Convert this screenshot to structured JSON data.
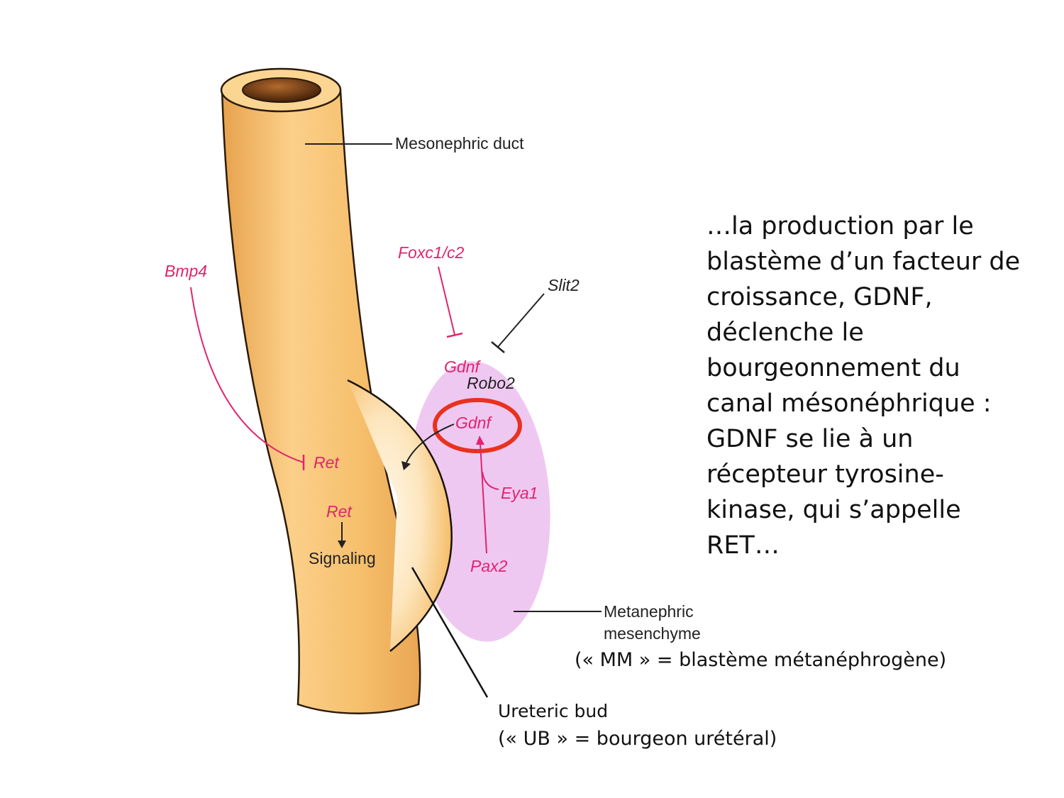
{
  "diagram": {
    "labels": {
      "mesonephric_duct": "Mesonephric duct",
      "metanephric_line1": "Metanephric",
      "metanephric_line2": "mesenchyme",
      "mm_note": "(« MM » = blastème métanéphrogène)",
      "ureteric_bud": "Ureteric bud",
      "ub_note": "(« UB » = bourgeon urétéral)",
      "signaling": "Signaling"
    },
    "genes": {
      "bmp4": "Bmp4",
      "foxc": "Foxc1/c2",
      "slit2": "Slit2",
      "gdnf_top": "Gdnf",
      "robo2": "Robo2",
      "gdnf_circled": "Gdnf",
      "ret_upper": "Ret",
      "ret_lower": "Ret",
      "eya1": "Eya1",
      "pax2": "Pax2"
    },
    "colors": {
      "duct_fill": "#f5be6a",
      "duct_highlight": "#fde7c0",
      "mesenchyme_fill": "#efc8f2",
      "gene_text": "#e0246e",
      "highlight_circle": "#e8321e"
    }
  },
  "side_text": {
    "lines": [
      "…la production par le",
      "blastème d’un facteur de",
      "croissance, GDNF,",
      "déclenche le",
      "bourgeonnement du",
      "canal mésonéphrique :",
      "GDNF se lie à un",
      "récepteur tyrosine-",
      "kinase, qui s’appelle",
      "RET…"
    ]
  }
}
